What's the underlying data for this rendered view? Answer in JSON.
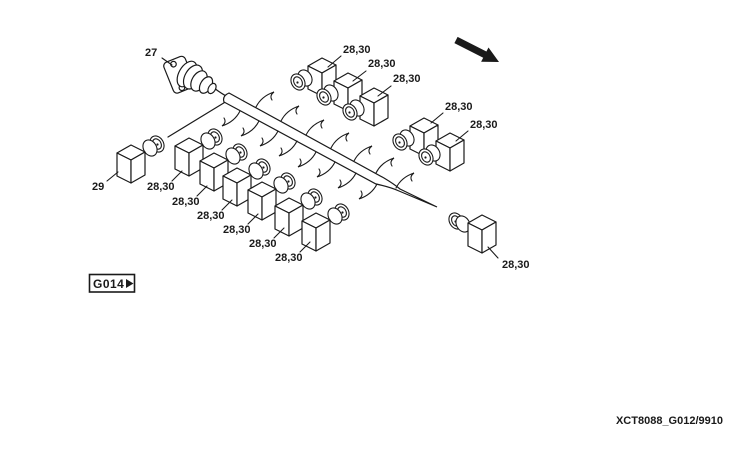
{
  "diagram": {
    "footer_code": "XCT8088_G012/9910",
    "nav_ref": "G014",
    "callouts": {
      "round_connector": "27",
      "pair": "28,30",
      "single_connector": "29"
    },
    "icons": {
      "nav_forward_icon": "triangle-right",
      "direction_arrow_icon": "arrow-down-right"
    },
    "colors": {
      "line": "#1a1a1a",
      "paper": "#ffffff"
    }
  }
}
